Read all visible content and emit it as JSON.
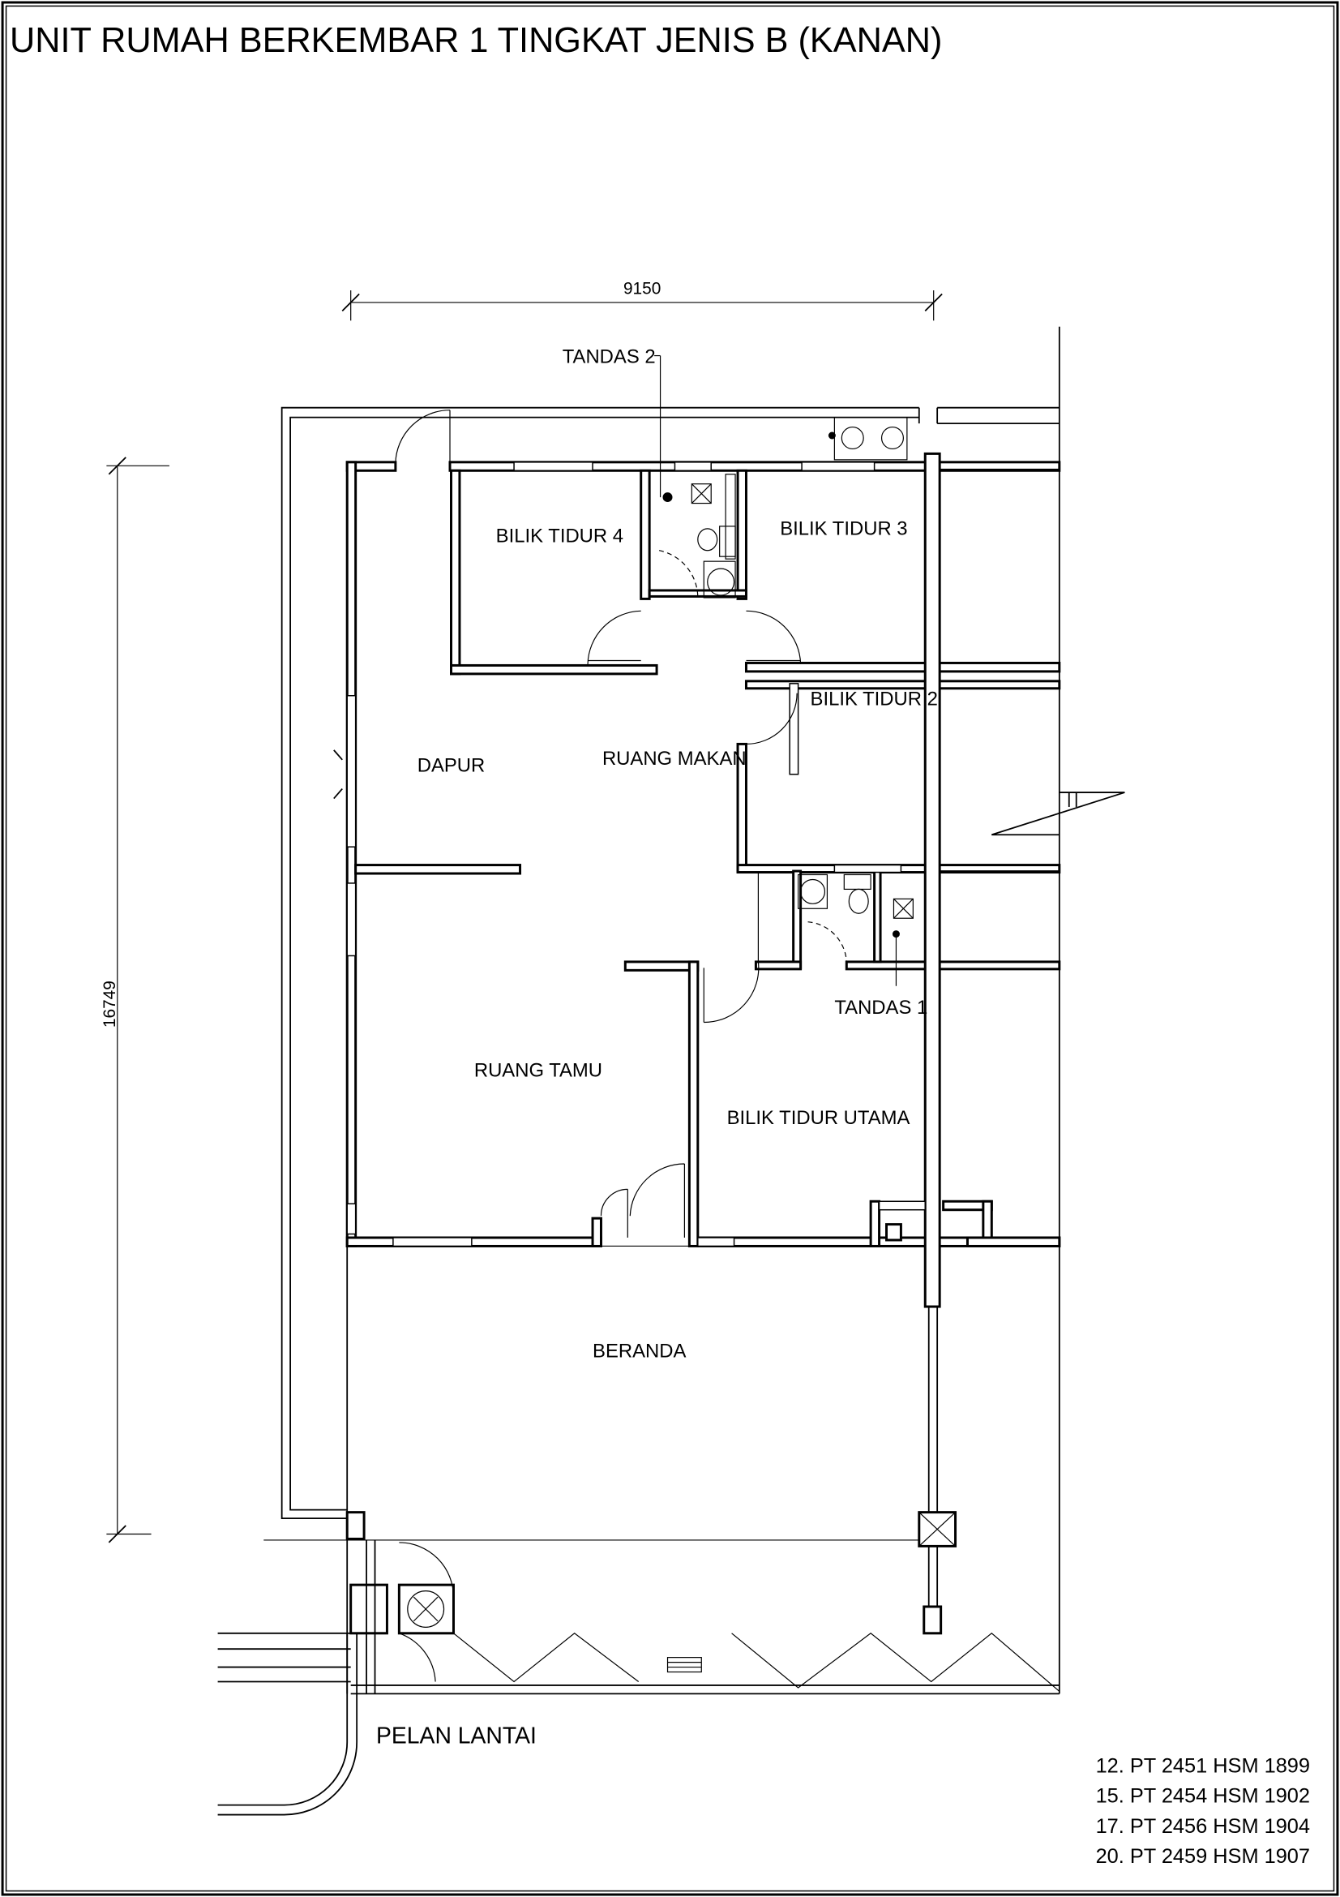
{
  "title": "UNIT RUMAH BERKEMBAR 1 TINGKAT JENIS B (KANAN)",
  "dimensions": {
    "width": "9150",
    "depth": "16749"
  },
  "rooms": {
    "tandas2": "TANDAS 2",
    "bilik4": "BILIK TIDUR 4",
    "bilik3": "BILIK TIDUR 3",
    "bilik2": "BILIK TIDUR 2",
    "dapur": "DAPUR",
    "ruang_makan": "RUANG MAKAN",
    "tandas1": "TANDAS 1",
    "ruang_tamu": "RUANG TAMU",
    "bilik_utama": "BILIK TIDUR UTAMA",
    "beranda": "BERANDA"
  },
  "plan_label": "PELAN LANTAI",
  "lots": [
    "12. PT 2451 HSM 1899",
    "15. PT 2454 HSM 1902",
    "17. PT 2456 HSM 1904",
    "20. PT 2459 HSM 1907"
  ]
}
